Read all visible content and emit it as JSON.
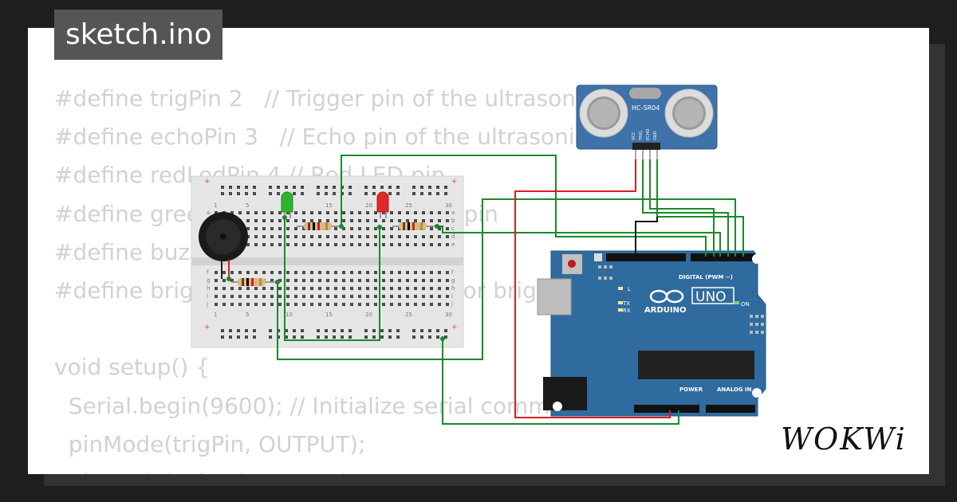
{
  "tab": {
    "filename": "sketch.ino"
  },
  "code_lines": [
    "#define trigPin 2   // Trigger pin of the ultrasonic sensor",
    "#define echoPin 3   // Echo pin of the ultrasonic sensor",
    "#define redLedPin 4 // Red LED pin",
    "#define greenLedPin 5 // Green LED pin",
    "#define buzzerPin 6 // Buzzer pin",
    "#define brightnessPin 9 // PWM pin for brightness",
    "",
    "void setup() {",
    "  Serial.begin(9600); // Initialize serial communication",
    "  pinMode(trigPin, OUTPUT);",
    "  pinMode(echoPin, INPUT);"
  ],
  "sensor": {
    "label": "HC-SR04",
    "pins": [
      "VCC",
      "TRIG",
      "ECHO",
      "GND"
    ]
  },
  "arduino": {
    "brand": "ARDUINO",
    "model": "UNO",
    "digital_label": "DIGITAL (PWM ~)",
    "power_label": "POWER",
    "analog_label": "ANALOG IN",
    "on_label": "ON",
    "l_label": "L",
    "tx_label": "TX",
    "rx_label": "RX"
  },
  "breadboard": {
    "col_numbers": [
      "1",
      "5",
      "10",
      "15",
      "20",
      "25",
      "30"
    ],
    "row_letters": [
      "a",
      "b",
      "c",
      "d",
      "e",
      "f",
      "g",
      "h",
      "i",
      "j"
    ]
  },
  "logo": {
    "text": "WOKWi"
  },
  "colors": {
    "background": "#1e1e1e",
    "card": "#ffffff",
    "tab": "#555555",
    "code_text": "#d2d2d2",
    "arduino_blue": "#2f6b9e",
    "wire_green": "#1a8a2a",
    "wire_red": "#d42020",
    "wire_black": "#111111",
    "led_green": "#2db52d",
    "led_red": "#e02828",
    "sensor_blue": "#3f72a8"
  }
}
